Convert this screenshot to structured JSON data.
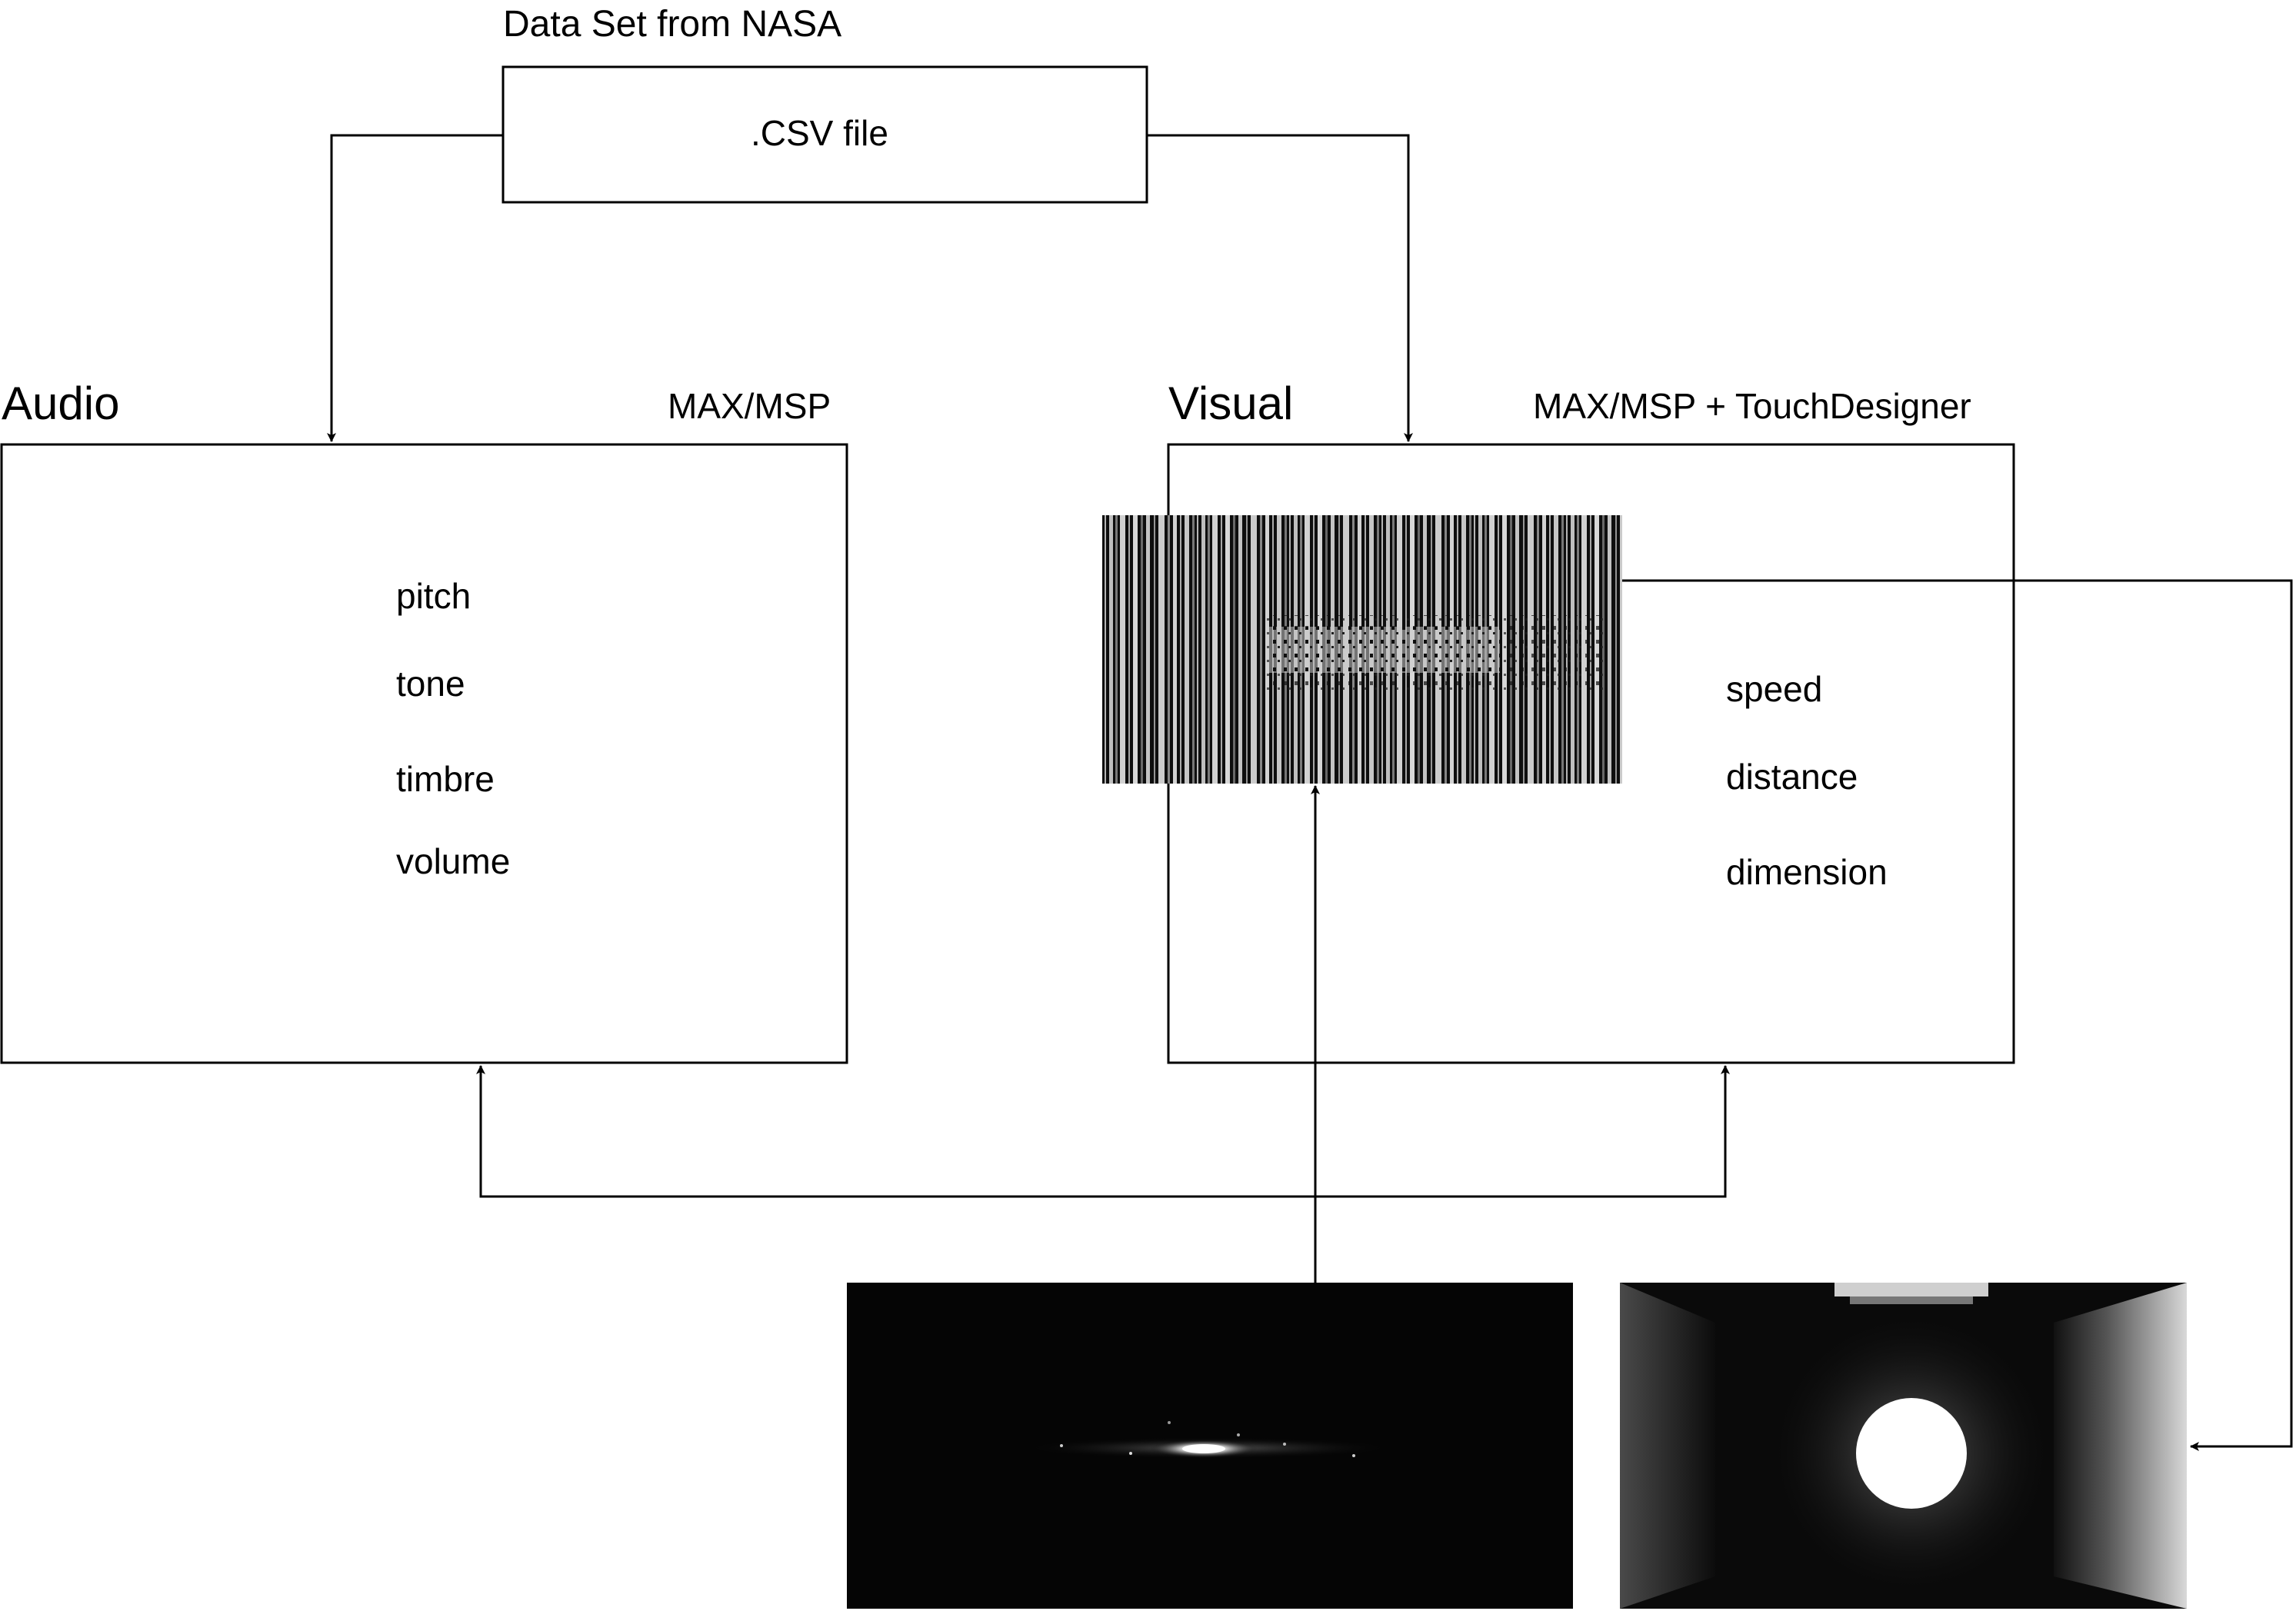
{
  "source": {
    "title": "Data Set from NASA",
    "file_label": ".CSV file"
  },
  "audio": {
    "title": "Audio",
    "tool": "MAX/MSP",
    "params": [
      "pitch",
      "tone",
      "timbre",
      "volume"
    ]
  },
  "visual": {
    "title": "Visual",
    "tool": "MAX/MSP + TouchDesigner",
    "params": [
      "speed",
      "distance",
      "dimension"
    ]
  },
  "images": {
    "visual_texture": "black-and-white vertical bar texture render",
    "galaxy_render": "dark render with small bright particle cluster",
    "room_render": "dark room with glowing white sphere"
  },
  "colors": {
    "stroke": "#000000",
    "background": "#ffffff"
  }
}
